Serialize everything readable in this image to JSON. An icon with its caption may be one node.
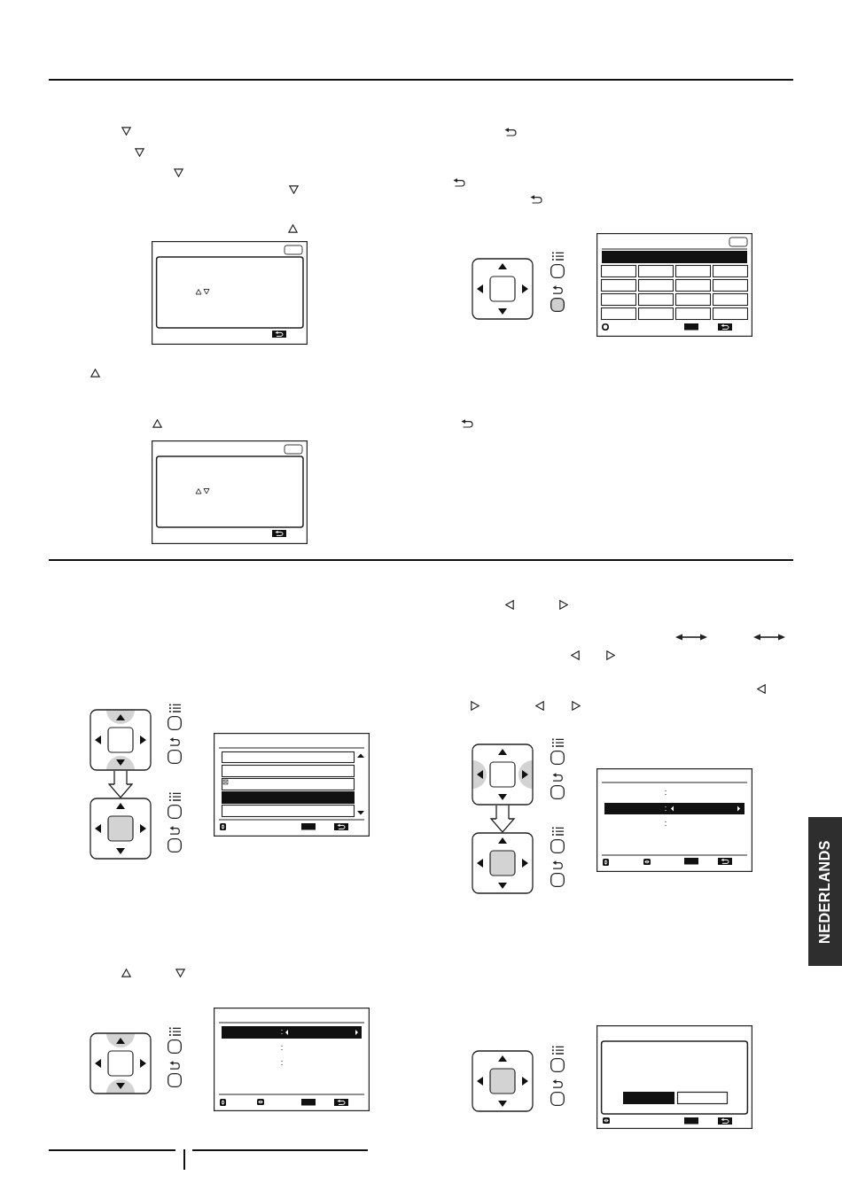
{
  "diagram": {
    "nodes": [
      {
        "text": [],
        "shape": "picture"
      },
      {
        "text": [],
        "shape": "picture"
      },
      {
        "text": [],
        "shape": "picture"
      },
      {
        "text": [],
        "shape": "picture"
      }
    ],
    "edges": [
      {
        "from": 0,
        "to": 1,
        "arrow": "to"
      },
      {
        "from": 2,
        "to": 3,
        "arrow": "to"
      }
    ],
    "labels": [
      "NEDERLANDS"
    ]
  }
}
